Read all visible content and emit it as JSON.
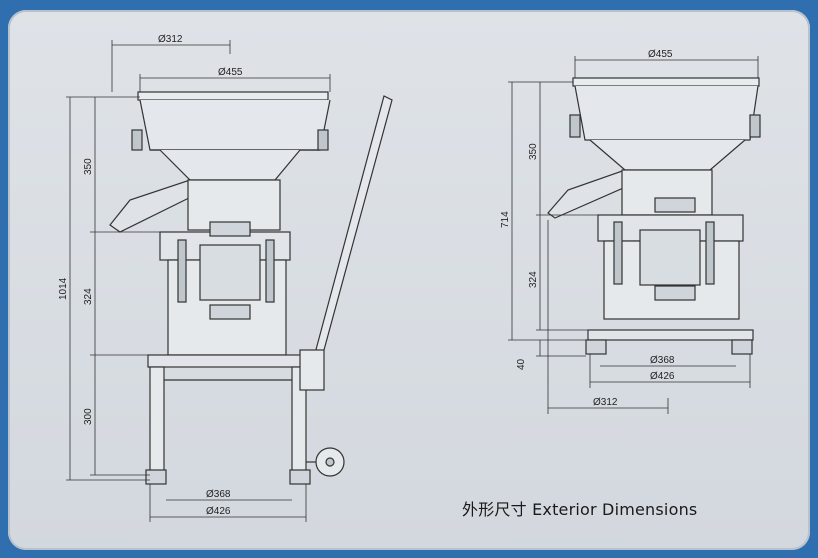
{
  "caption": "外形尺寸 Exterior Dimensions",
  "left_view": {
    "top_width_312": "Ø312",
    "top_width_455": "Ø455",
    "bottom_368": "Ø368",
    "bottom_426": "Ø426",
    "height_total": "1014",
    "height_hopper": "350",
    "height_motor": "324",
    "height_stand": "300"
  },
  "right_view": {
    "top_width_455": "Ø455",
    "height_total": "714",
    "height_hopper": "350",
    "height_motor": "324",
    "height_base": "40",
    "bottom_368": "Ø368",
    "bottom_426": "Ø426",
    "bottom_312": "Ø312"
  }
}
